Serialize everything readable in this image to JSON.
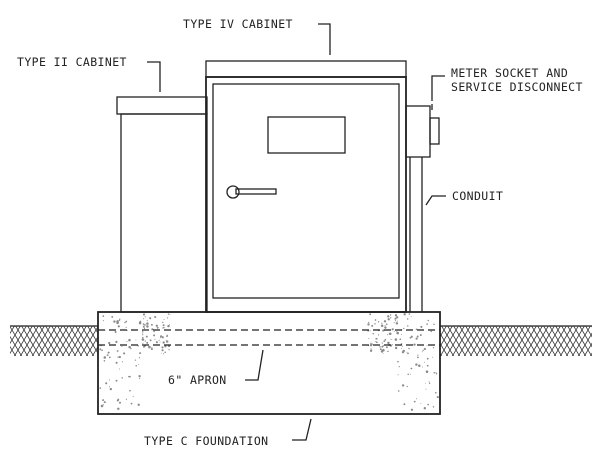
{
  "labels": {
    "type_iv_cabinet": "TYPE IV CABINET",
    "type_ii_cabinet": "TYPE II CABINET",
    "meter_line1": "METER SOCKET AND",
    "meter_line2": "SERVICE DISCONNECT",
    "conduit": "CONDUIT",
    "apron": "6\" APRON",
    "foundation": "TYPE C FOUNDATION"
  },
  "colors": {
    "line": "#222222",
    "concrete_speckle": "#8a8a8a",
    "background": "#ffffff"
  }
}
